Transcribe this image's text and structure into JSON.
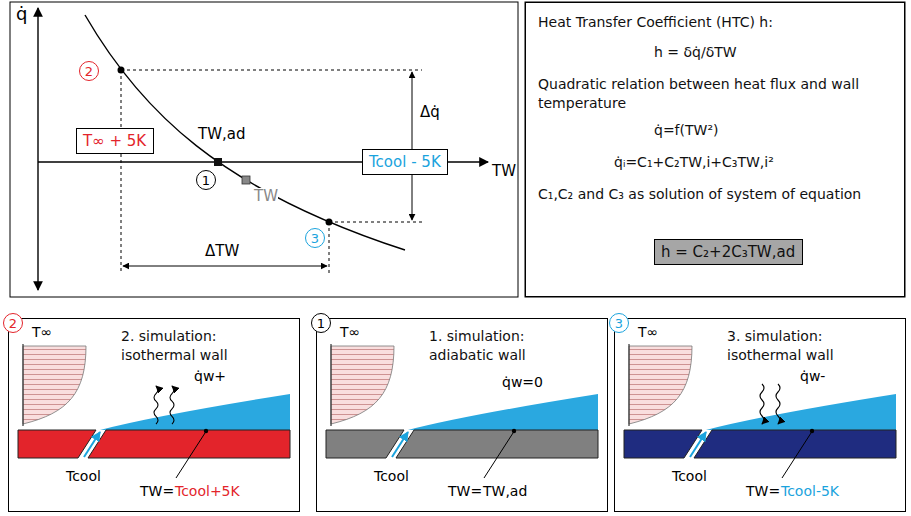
{
  "diagram": {
    "nodes": [
      {
        "text": [
          "2"
        ]
      },
      {
        "text": [
          "T∞ + 5K"
        ]
      },
      {
        "text": [
          "1"
        ]
      },
      {
        "text": [
          "Tcool - 5K"
        ]
      },
      {
        "text": [
          "3"
        ]
      },
      {
        "text": [
          "Heat Transfer Coefficient (HTC) h:",
          "h = δq̇/δTW",
          "Quadratic relation between heat flux and wall temperature",
          "q̇=f(TW²)",
          "q̇ᵢ=C₁+C₂TW,i+C₃TW,i²",
          "C₁,C₂ and C₃ as solution of system of equation"
        ]
      },
      {
        "text": [
          "h = C₂+2C₃TW,ad"
        ],
        "in": 5
      },
      {
        "text": [
          "2. simulation: isothermal wall"
        ]
      },
      {
        "text": [
          "2"
        ],
        "in": 7
      },
      {
        "text": [
          "1. simulation: adiabatic wall"
        ]
      },
      {
        "text": [
          "1"
        ],
        "in": 9
      },
      {
        "text": [
          "3. simulation: isothermal wall"
        ]
      },
      {
        "text": [
          "3"
        ],
        "in": 11
      }
    ],
    "labels": [
      "q̇",
      "TW",
      "TW,ad",
      "TW",
      "Δq̇",
      "ΔTW",
      "T∞",
      "q̇w+",
      "Tcool",
      "TW=",
      "Tcool+5K",
      "T∞",
      "q̇w=0",
      "Tcool",
      "TW=",
      "TW,ad",
      "T∞",
      "q̇w-",
      "Tcool",
      "TW=",
      "Tcool-5K"
    ]
  }
}
